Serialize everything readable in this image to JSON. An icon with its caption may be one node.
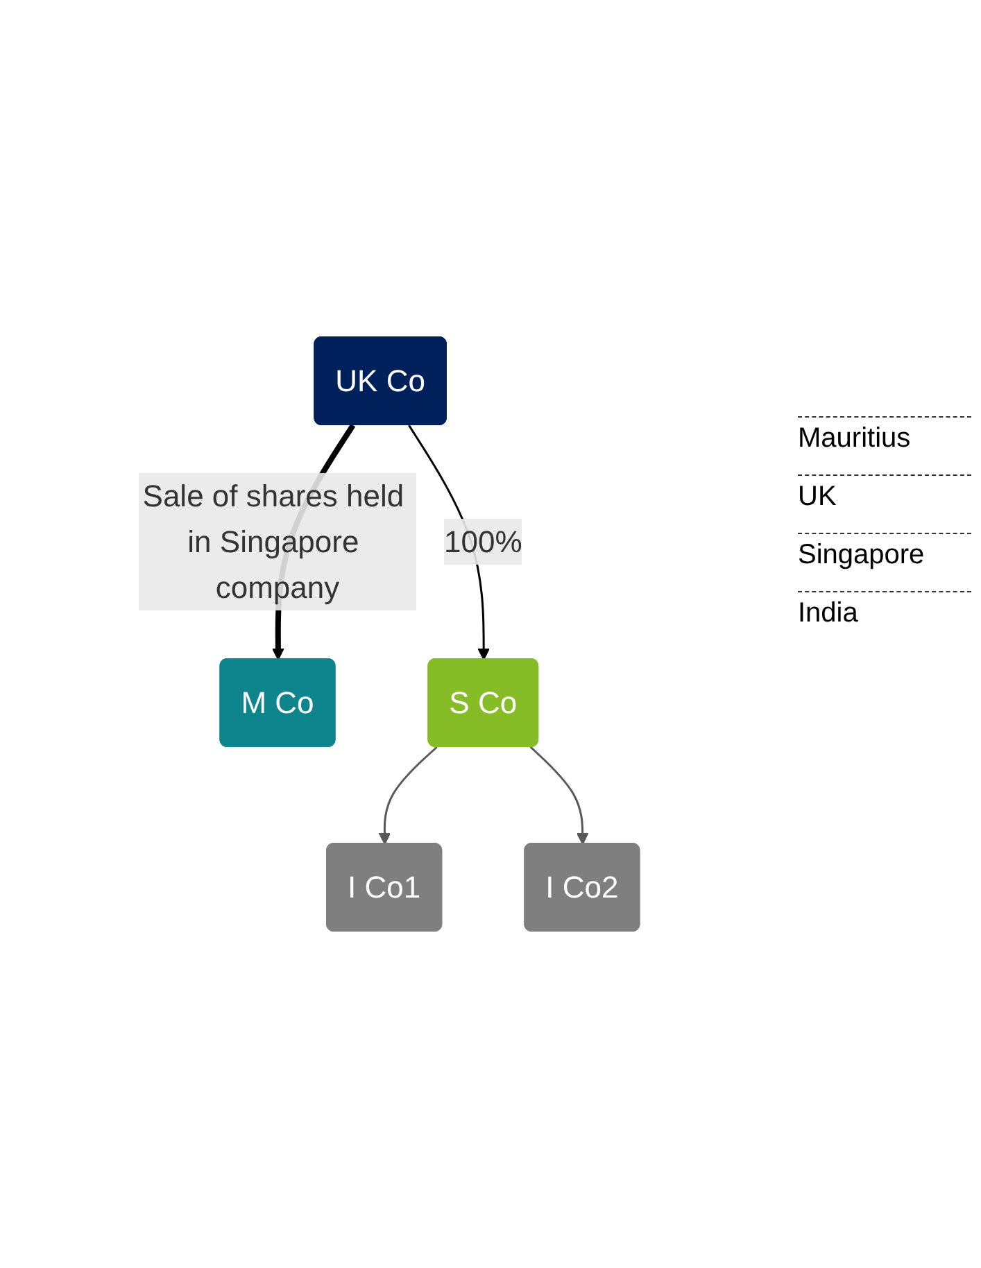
{
  "diagram": {
    "nodes": [
      {
        "text": [
          "M Co"
        ]
      },
      {
        "text": [
          "UK Co"
        ]
      },
      {
        "text": [
          "S Co"
        ]
      },
      {
        "text": [
          "I Co1"
        ]
      },
      {
        "text": [
          "I Co2"
        ]
      }
    ],
    "edges": [
      {
        "from": 1,
        "to": 0,
        "arrow": "to",
        "label": "Sale of shares held in Singapore company",
        "style": "thick"
      },
      {
        "from": 1,
        "to": 2,
        "arrow": "to",
        "label": "100%"
      },
      {
        "from": 2,
        "to": 3,
        "arrow": "to",
        "color": "#595959"
      },
      {
        "from": 2,
        "to": 4,
        "arrow": "to",
        "color": "#595959"
      }
    ],
    "labels": [
      "Mauritius",
      "UK",
      "Singapore",
      "India"
    ]
  }
}
